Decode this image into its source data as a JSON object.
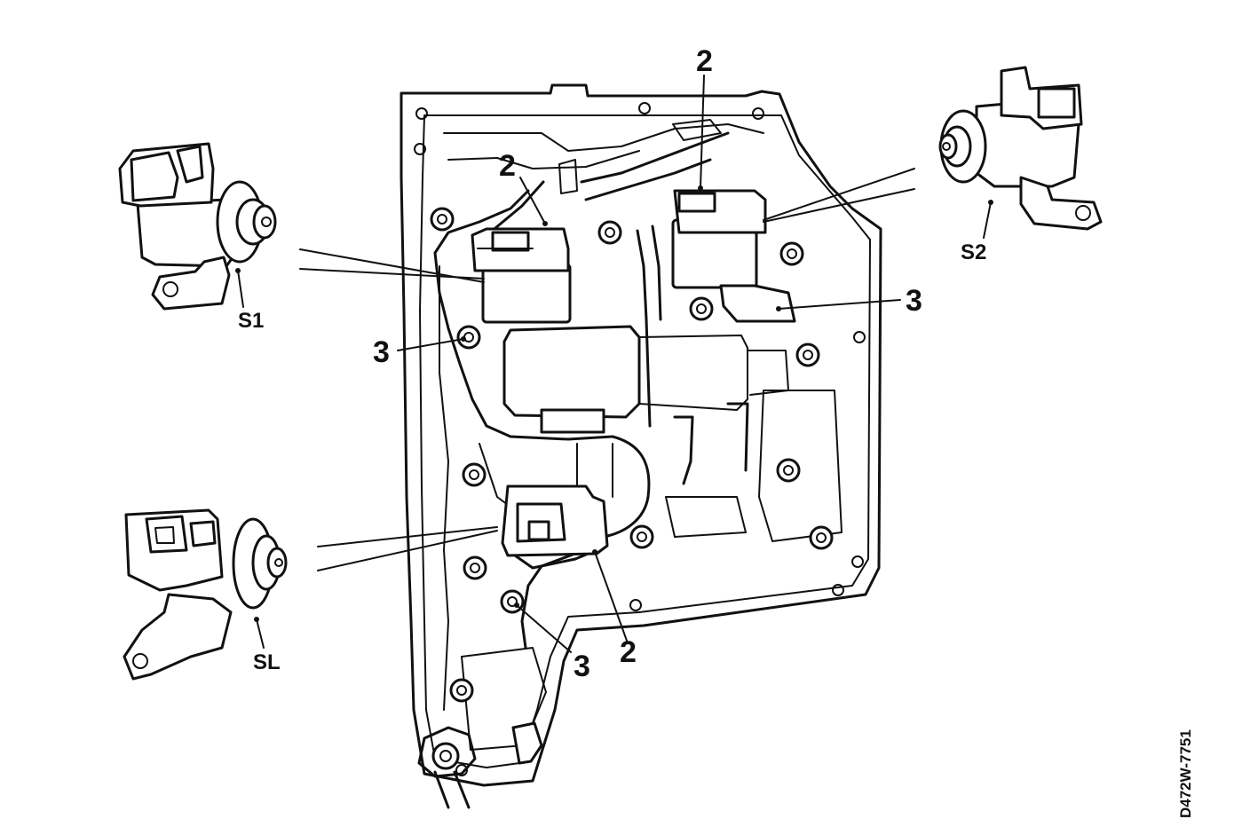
{
  "callouts": {
    "c2_top": "2",
    "c2_left": "2",
    "c2_bottom": "2",
    "c3_right": "3",
    "c3_left": "3",
    "c3_bottom": "3"
  },
  "solenoids": {
    "s1": "S1",
    "s2": "S2",
    "sl": "SL"
  },
  "figure_code": "D472W-7751"
}
